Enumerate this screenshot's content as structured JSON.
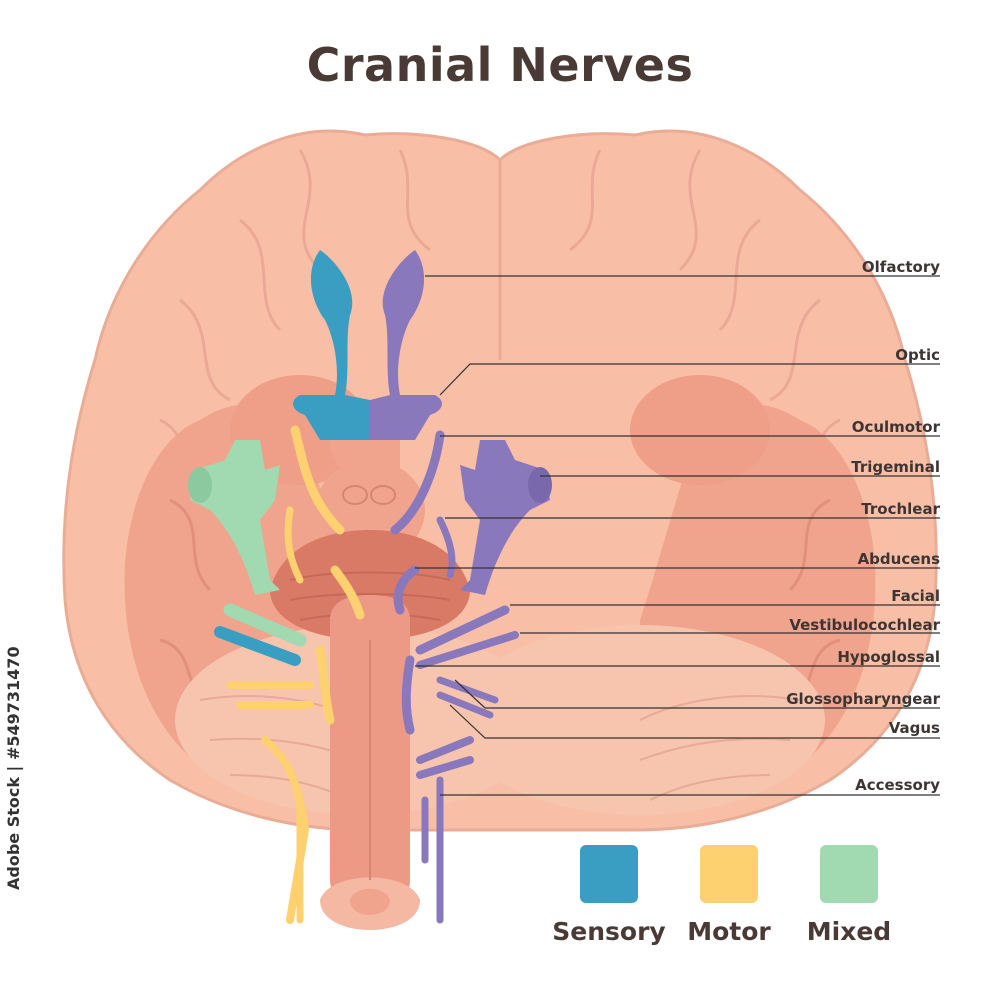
{
  "title": "Cranial Nerves",
  "labels": {
    "olfactory": "Olfactory",
    "optic": "Optic",
    "oculomotor": "Oculmotor",
    "trigeminal": "Trigeminal",
    "trochlear": "Trochlear",
    "abducens": "Abducens",
    "facial": "Facial",
    "vestibulocochlear": "Vestibulocochlear",
    "hypoglossal": "Hypoglossal",
    "glossopharyngeal": "Glossopharyngear",
    "vagus": "Vagus",
    "accessory": "Accessory"
  },
  "legend": {
    "sensory": {
      "label": "Sensory",
      "color": "#3a9ec2"
    },
    "motor": {
      "label": "Motor",
      "color": "#fdd070"
    },
    "mixed": {
      "label": "Mixed",
      "color": "#a1d9b0"
    }
  },
  "colors": {
    "sensory": "#3a9ec2",
    "motor": "#fdd070",
    "mixed": "#a1d9b0",
    "nerve_purple": "#8a78bd",
    "cerebrum": "#f8bfa6",
    "cerebrum_outline": "#e4a592",
    "temporal": "#f0a48d",
    "brainstem": "#ec9a86",
    "cerebellum": "#f7c4ae"
  },
  "credit": "Adobe Stock | #549731470"
}
